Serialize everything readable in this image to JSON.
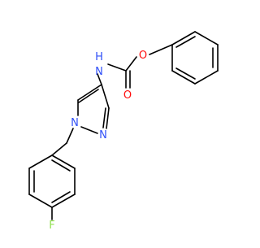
{
  "molecule": {
    "atom_labels": {
      "oxygen_ether": "O",
      "oxygen_carbonyl": "O",
      "nitrogen_amide": "N",
      "hydrogen_amide": "H",
      "nitrogen_ring_1": "N",
      "nitrogen_ring_2": "N",
      "fluorine": "F"
    },
    "colors": {
      "bond": "#000000",
      "oxygen": "#ff0d0d",
      "nitrogen": "#3050f8",
      "fluorine": "#90e050"
    }
  }
}
